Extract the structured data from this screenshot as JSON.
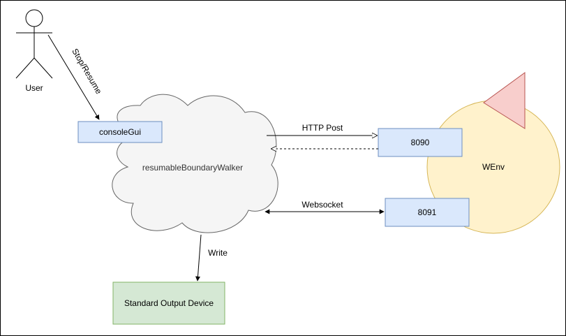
{
  "actor": {
    "label": "User"
  },
  "edges": {
    "user_to_console": "Stop/Resume",
    "http": "HTTP Post",
    "websocket": "Websocket",
    "write": "Write"
  },
  "nodes": {
    "console_gui": "consoleGui",
    "walker": "resumableBoundaryWalker",
    "port_8090": "8090",
    "port_8091": "8091",
    "wenv": "WEnv",
    "stdout": "Standard Output Device"
  },
  "colors": {
    "blue_fill": "#dae8fc",
    "blue_stroke": "#6c8ebf",
    "green_fill": "#d5e8d4",
    "green_stroke": "#82b366",
    "yellow_fill": "#fff2cc",
    "yellow_stroke": "#d6b656",
    "red_fill": "#f8cecc",
    "red_stroke": "#b85450",
    "cloud_fill": "#f5f5f5",
    "cloud_stroke": "#666666"
  }
}
